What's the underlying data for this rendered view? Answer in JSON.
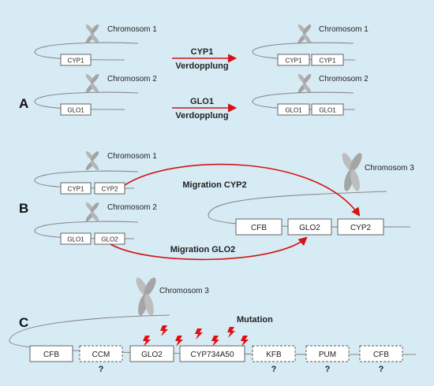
{
  "panels": {
    "a": "A",
    "b": "B",
    "c": "C"
  },
  "chromosome_labels": {
    "chrom1": "Chromosom 1",
    "chrom2": "Chromosom 2",
    "chrom3": "Chromosom 3"
  },
  "genes": {
    "cyp1": "CYP1",
    "cyp2": "CYP2",
    "glo1": "GLO1",
    "glo2": "GLO2",
    "cfb": "CFB",
    "ccm": "CCM",
    "cyp734a50": "CYP734A50",
    "kfb": "KFB",
    "pum": "PUM"
  },
  "arrows": {
    "cyp1_name": "CYP1",
    "cyp1_action": "Verdopplung",
    "glo1_name": "GLO1",
    "glo1_action": "Verdopplung",
    "migration_cyp2": "Migration CYP2",
    "migration_glo2": "Migration GLO2"
  },
  "mutation_label": "Mutation",
  "unknown_mark": "?",
  "colors": {
    "background": "#d7ebf5",
    "arrow": "#d21414",
    "chromosome": "#a9a9a9",
    "lightning": "#e01010"
  }
}
